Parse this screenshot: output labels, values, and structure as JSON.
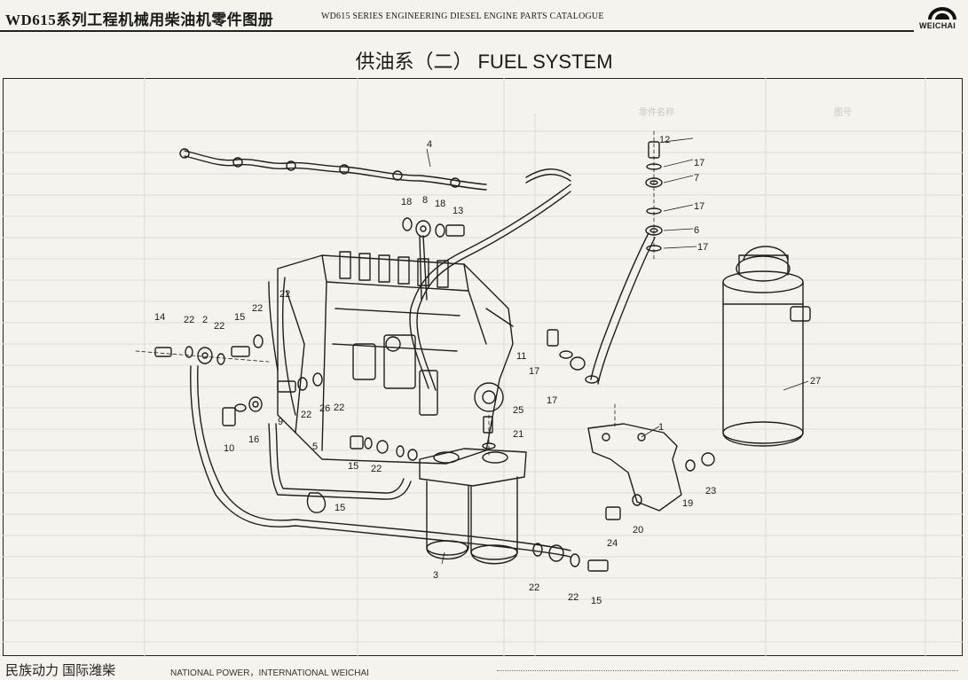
{
  "header": {
    "title_cn": "WD615系列工程机械用柴油机零件图册",
    "title_en": "WD615 SERIES ENGINEERING DIESEL ENGINE PARTS CATALOGUE",
    "brand": "WEICHAI"
  },
  "page_title": "供油系（二） FUEL SYSTEM",
  "callouts": [
    "1",
    "2",
    "3",
    "4",
    "5",
    "6",
    "7",
    "8",
    "9",
    "10",
    "11",
    "12",
    "13",
    "14",
    "15",
    "16",
    "17",
    "18",
    "19",
    "20",
    "21",
    "22",
    "23",
    "24",
    "25",
    "26",
    "27"
  ],
  "footer": {
    "slogan_cn": "民族动力  国际潍柴",
    "slogan_en": "NATIONAL POWER，INTERNATIONAL WEICHAI"
  }
}
